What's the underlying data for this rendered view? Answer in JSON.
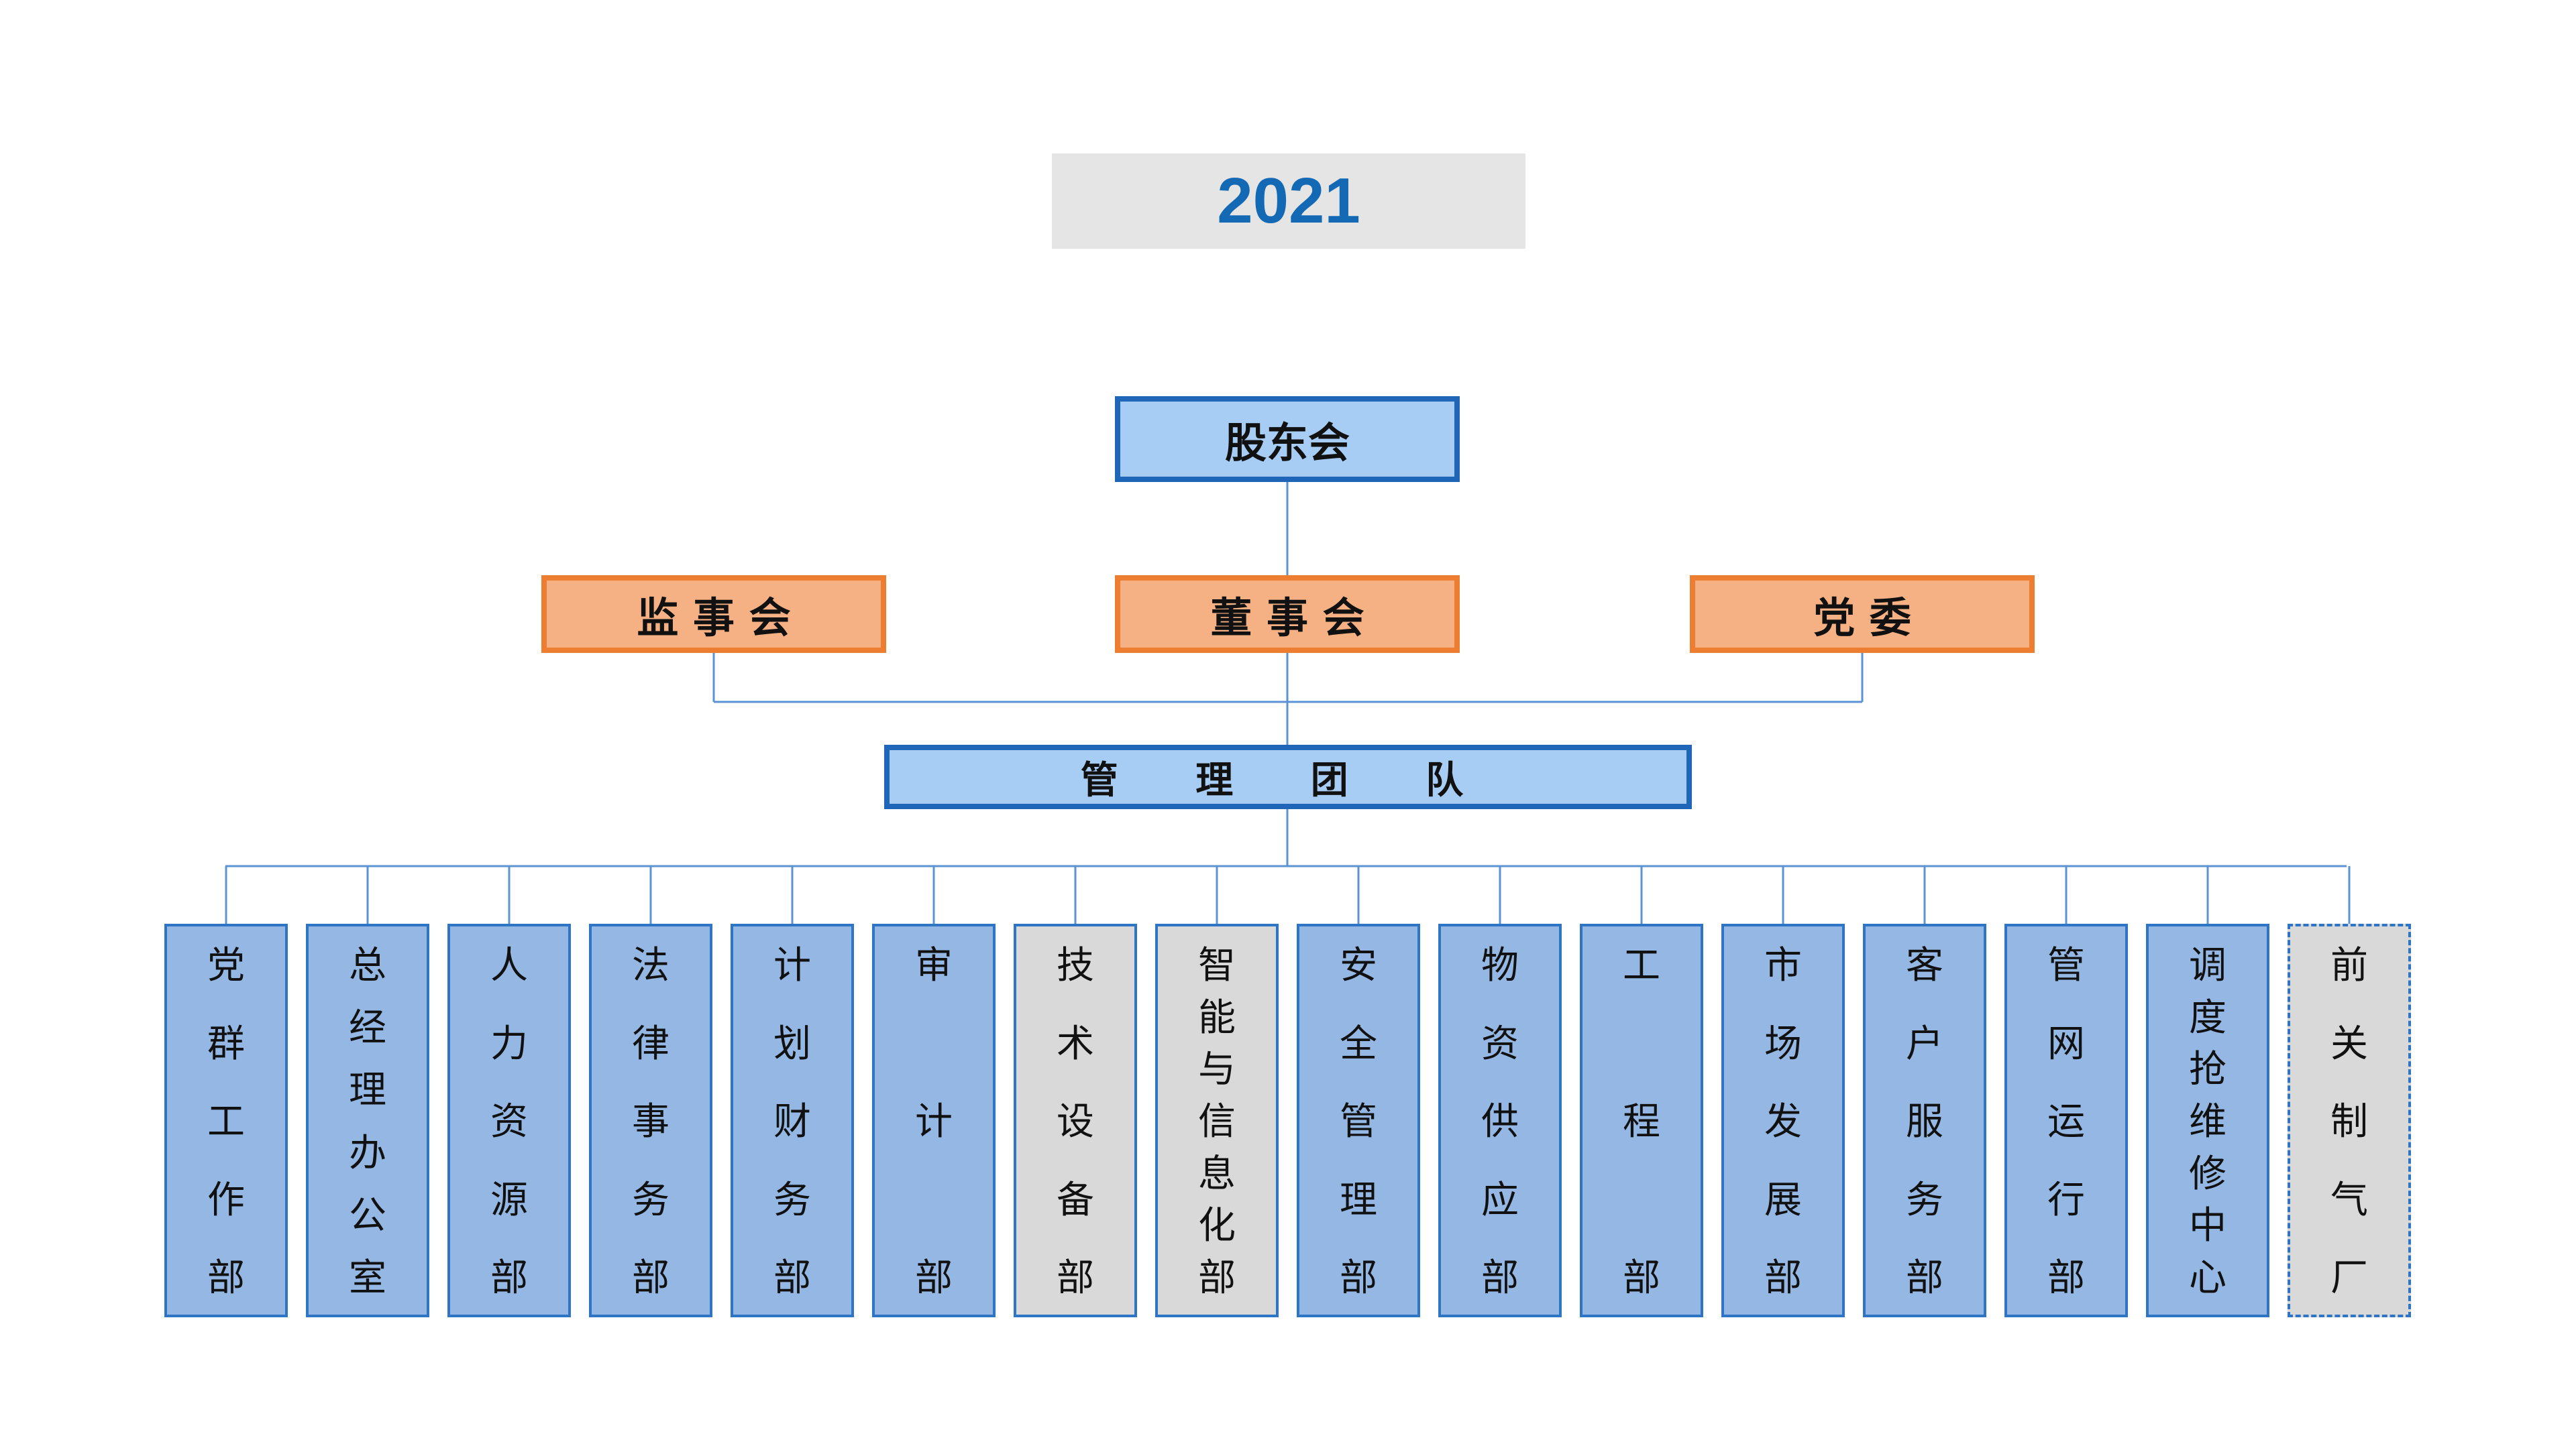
{
  "header": {
    "year": "2021"
  },
  "org": {
    "shareholders": "股东会",
    "supervisors": "监 事 会",
    "board": "董 事 会",
    "party": "党    委",
    "management": "管 理 团 队"
  },
  "departments": [
    {
      "name": "党群工作部",
      "lines": [
        "党",
        "群",
        "工",
        "作",
        "部"
      ],
      "fill": "blue",
      "border": "solid"
    },
    {
      "name": "总经理办公室",
      "lines": [
        "总",
        "经",
        "理",
        "办",
        "公",
        "室"
      ],
      "fill": "blue",
      "border": "solid"
    },
    {
      "name": "人力资源部",
      "lines": [
        "人",
        "力",
        "资",
        "源",
        "部"
      ],
      "fill": "blue",
      "border": "solid"
    },
    {
      "name": "法律事务部",
      "lines": [
        "法",
        "律",
        "事",
        "务",
        "部"
      ],
      "fill": "blue",
      "border": "solid"
    },
    {
      "name": "计划财务部",
      "lines": [
        "计",
        "划",
        "财",
        "务",
        "部"
      ],
      "fill": "blue",
      "border": "solid"
    },
    {
      "name": "审计部",
      "lines": [
        "审",
        "计",
        "部"
      ],
      "fill": "blue",
      "border": "solid"
    },
    {
      "name": "技术设备部",
      "lines": [
        "技",
        "术",
        "设",
        "备",
        "部"
      ],
      "fill": "gray",
      "border": "solid"
    },
    {
      "name": "智能与信息化部",
      "lines": [
        "智",
        "能",
        "与",
        "信",
        "息",
        "化",
        "部"
      ],
      "fill": "gray",
      "border": "solid"
    },
    {
      "name": "安全管理部",
      "lines": [
        "安",
        "全",
        "管",
        "理",
        "部"
      ],
      "fill": "blue",
      "border": "solid"
    },
    {
      "name": "物资供应部",
      "lines": [
        "物",
        "资",
        "供",
        "应",
        "部"
      ],
      "fill": "blue",
      "border": "solid"
    },
    {
      "name": "工程部",
      "lines": [
        "工",
        "程",
        "部"
      ],
      "fill": "blue",
      "border": "solid"
    },
    {
      "name": "市场发展部",
      "lines": [
        "市",
        "场",
        "发",
        "展",
        "部"
      ],
      "fill": "blue",
      "border": "solid"
    },
    {
      "name": "客户服务部",
      "lines": [
        "客",
        "户",
        "服",
        "务",
        "部"
      ],
      "fill": "blue",
      "border": "solid"
    },
    {
      "name": "管网运行部",
      "lines": [
        "管",
        "网",
        "运",
        "行",
        "部"
      ],
      "fill": "blue",
      "border": "solid"
    },
    {
      "name": "调度抢维修中心",
      "lines": [
        "调",
        "度",
        "抢",
        "维",
        "修",
        "中",
        "心"
      ],
      "fill": "blue",
      "border": "solid"
    },
    {
      "name": "前关制气厂",
      "lines": [
        "前",
        "关",
        "制",
        "气",
        "厂"
      ],
      "fill": "gray",
      "border": "dashed"
    }
  ],
  "colors": {
    "blue_fill": "#94b7e3",
    "blue_border": "#2f75c5",
    "gray_fill": "#d9d9d9",
    "orange_fill": "#f5b183",
    "orange_border": "#ed7d31",
    "line": "#5b93d3"
  }
}
